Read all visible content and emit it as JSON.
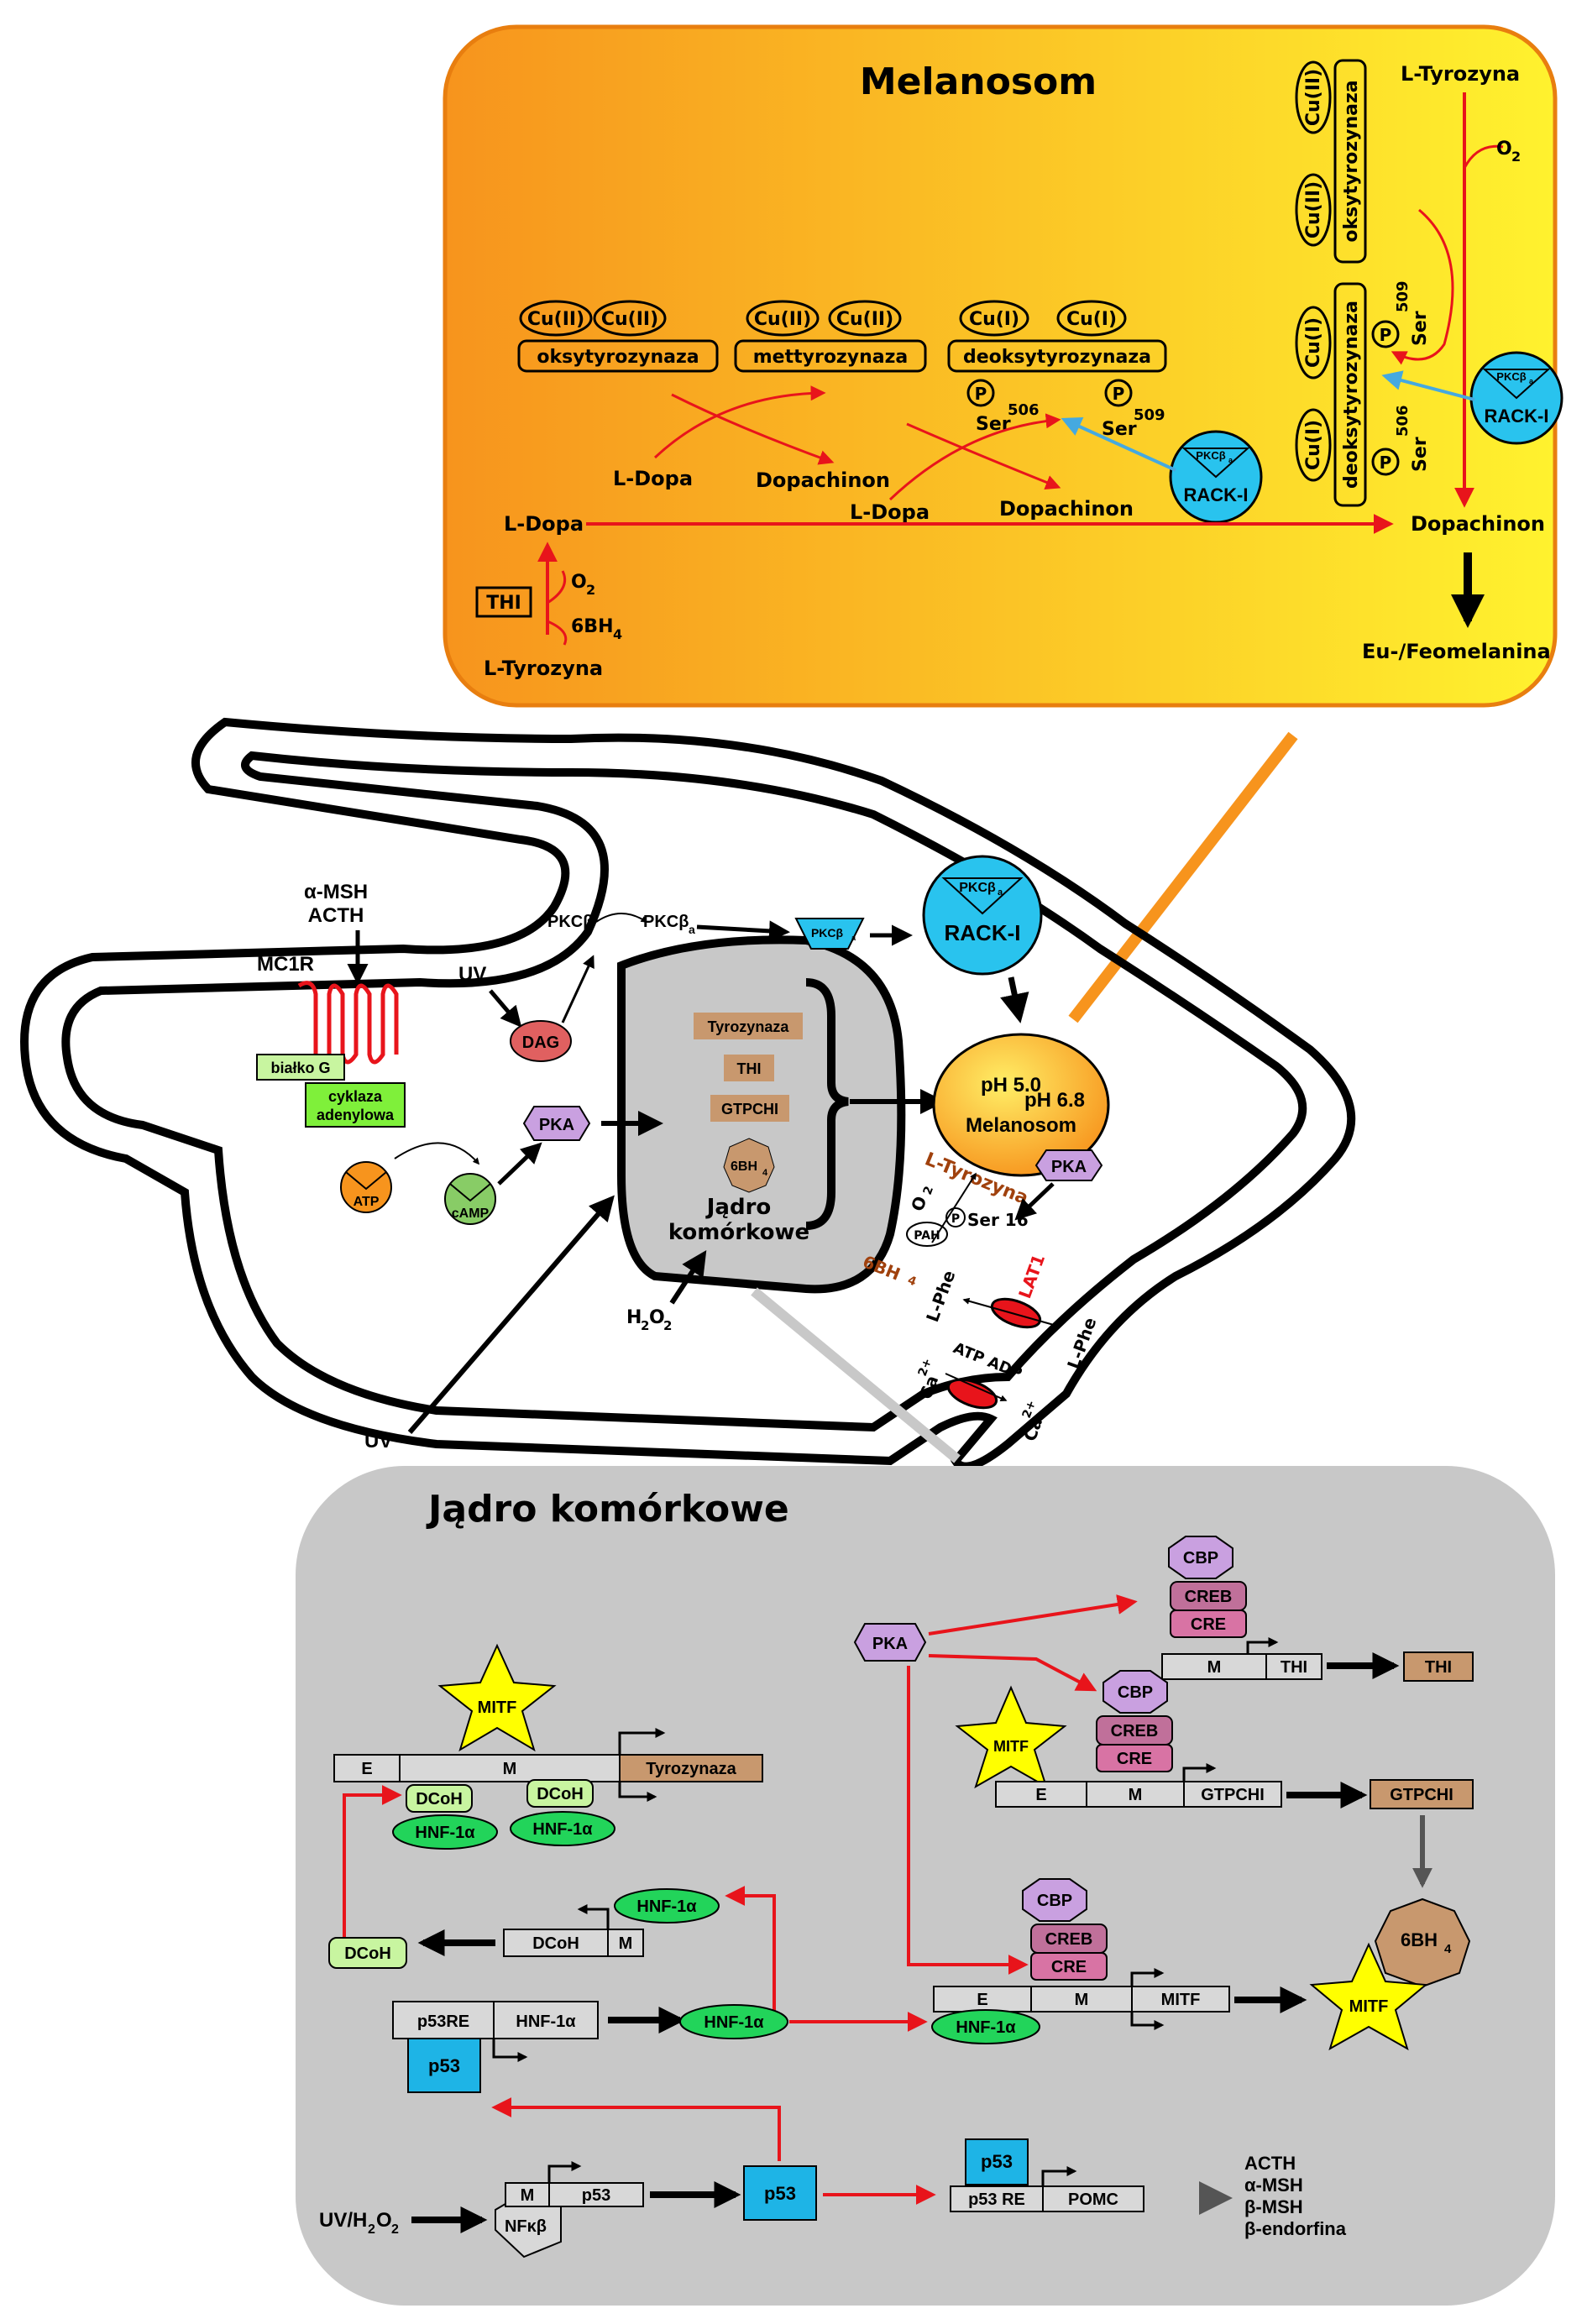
{
  "melanosom_box": {
    "title": "Melanosom",
    "enzymes": {
      "oksy": "oksytyrozynaza",
      "met": "mettyrozynaza",
      "deoksy": "deoksytyrozynaza"
    },
    "cu2": "Cu(II)",
    "cu1": "Cu(I)",
    "p": "P",
    "ser": "Ser",
    "s506": "506",
    "s509": "509",
    "l_dopa": "L-Dopa",
    "dopachinon": "Dopachinon",
    "l_tyrozyna": "L-Tyrozyna",
    "thi": "THI",
    "o2": "O",
    "o2_sub": "2",
    "bh4": "6BH",
    "bh4_sub": "4",
    "eu_feo": "Eu-/Feomelanina",
    "rack": "RACK-I",
    "pkc": "PKCβ",
    "pkc_sub": "a"
  },
  "cell": {
    "a_msh": "α-MSH",
    "acth": "ACTH",
    "mc1r": "MC1R",
    "uv": "UV",
    "dag": "DAG",
    "bialko_g": "białko G",
    "cyklaza1": "cyklaza",
    "cyklaza2": "adenylowa",
    "atp": "ATP",
    "camp": "cAMP",
    "pka": "PKA",
    "pkcb": "PKCβ",
    "pkcba": "PKCβ",
    "pkc_sub": "a",
    "rack": "RACK-I",
    "tyrozynaza": "Tyrozynaza",
    "thi": "THI",
    "gtpchi": "GTPCHI",
    "bh4": "6BH",
    "bh4_sub": "4",
    "nucleus1": "Jądro",
    "nucleus2": "komórkowe",
    "h2o2_h": "H",
    "h2o2_2": "2",
    "h2o2_o": "O",
    "ph50": "pH 5.0",
    "ph68": "pH 6.8",
    "melanosom": "Melanosom",
    "l_tyrozyna": "L-Tyrozyna",
    "o2": "O",
    "o2_sub": "2",
    "ser16": "Ser 16",
    "p": "P",
    "pah": "PAH",
    "l_phe": "L-Phe",
    "lat1": "LAT1",
    "atp_adp": "ATP ADP",
    "ca": "Ca",
    "ca_sup": "2+"
  },
  "nucleus_box": {
    "title": "Jądro komórkowe",
    "mitf": "MITF",
    "e": "E",
    "m": "M",
    "tyrozynaza": "Tyrozynaza",
    "dcoh": "DCoH",
    "hnf": "HNF-1α",
    "pka": "PKA",
    "cbp": "CBP",
    "creb": "CREB",
    "cre": "CRE",
    "thi": "THI",
    "gtpchi": "GTPCHI",
    "bh4": "6BH",
    "bh4_sub": "4",
    "p53re": "p53RE",
    "p53re2": "p53 RE",
    "p53": "p53",
    "pomc": "POMC",
    "nfkb": "NFκβ",
    "uv_h2o2": "UV/H",
    "products": [
      "ACTH",
      "α-MSH",
      "β-MSH",
      "β-endorfina"
    ]
  },
  "colors": {
    "orange_box_left": "#f7941d",
    "orange_box_right": "#fff22e",
    "gray_box": "#c8c8c8",
    "red_arrow": "#e8141b",
    "blue_arrow": "#45a9e0",
    "cyan": "#29c3ee",
    "tan": "#c8986e",
    "pink": "#d873a4",
    "mauve": "#c0709a",
    "lilac": "#c9a0e0",
    "green": "#22d45a",
    "light_green": "#c8f5a0",
    "yellow": "#ffff00",
    "p53_blue": "#1eb4e6"
  }
}
